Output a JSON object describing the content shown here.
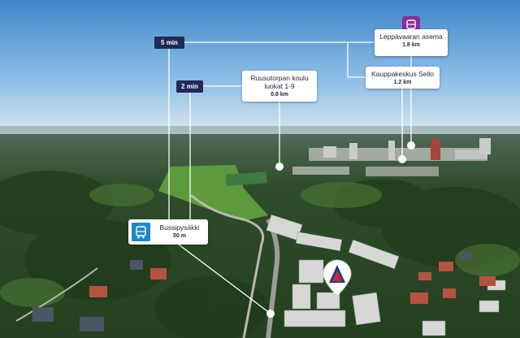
{
  "time_badges": {
    "five": "5 min",
    "two": "2 min"
  },
  "places": {
    "station": {
      "name": "Leppävaaran asema",
      "distance": "1.8 km",
      "icon": "train-icon"
    },
    "mall": {
      "name": "Kauppakeskus Sello",
      "distance": "1.2 km"
    },
    "school": {
      "name_line1": "Ruusutorpan koulu",
      "name_line2": "luokat 1-9",
      "distance": "0.8 km"
    },
    "bus": {
      "name": "Bussipysäkki",
      "distance": "50 m",
      "icon": "bus-icon"
    }
  },
  "home_marker": {
    "icon": "location-pin-icon",
    "brand_colors": [
      "#1f3a8f",
      "#d8262e"
    ]
  },
  "colors": {
    "badge": "#1f2a56",
    "station_icon": "#8e2a9c",
    "bus_icon": "#1e88c9"
  }
}
